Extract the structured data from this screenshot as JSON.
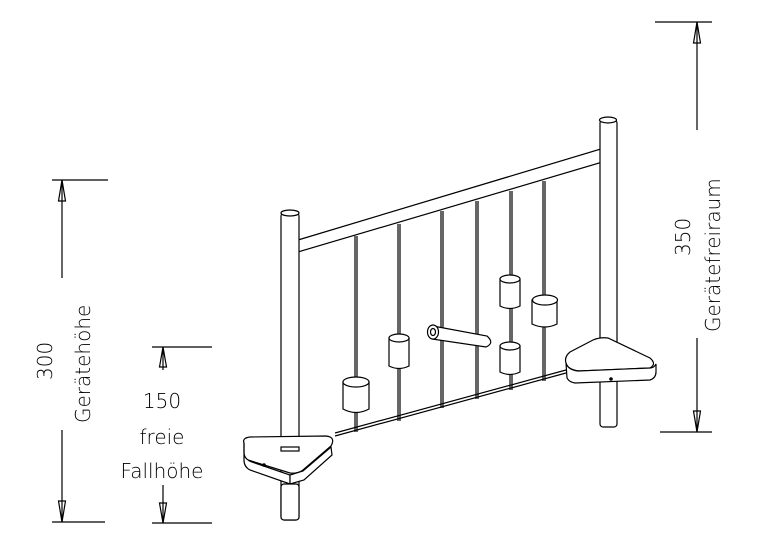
{
  "dimensions": {
    "equipment_height": {
      "value": "300",
      "label": "Gerätehöhe"
    },
    "free_fall_height": {
      "value": "150",
      "label_line1": "freie",
      "label_line2": "Fallhöhe"
    },
    "free_space": {
      "value": "350",
      "label": "Gerätefreiraum"
    }
  },
  "colors": {
    "line": "#000000",
    "background": "#ffffff"
  }
}
